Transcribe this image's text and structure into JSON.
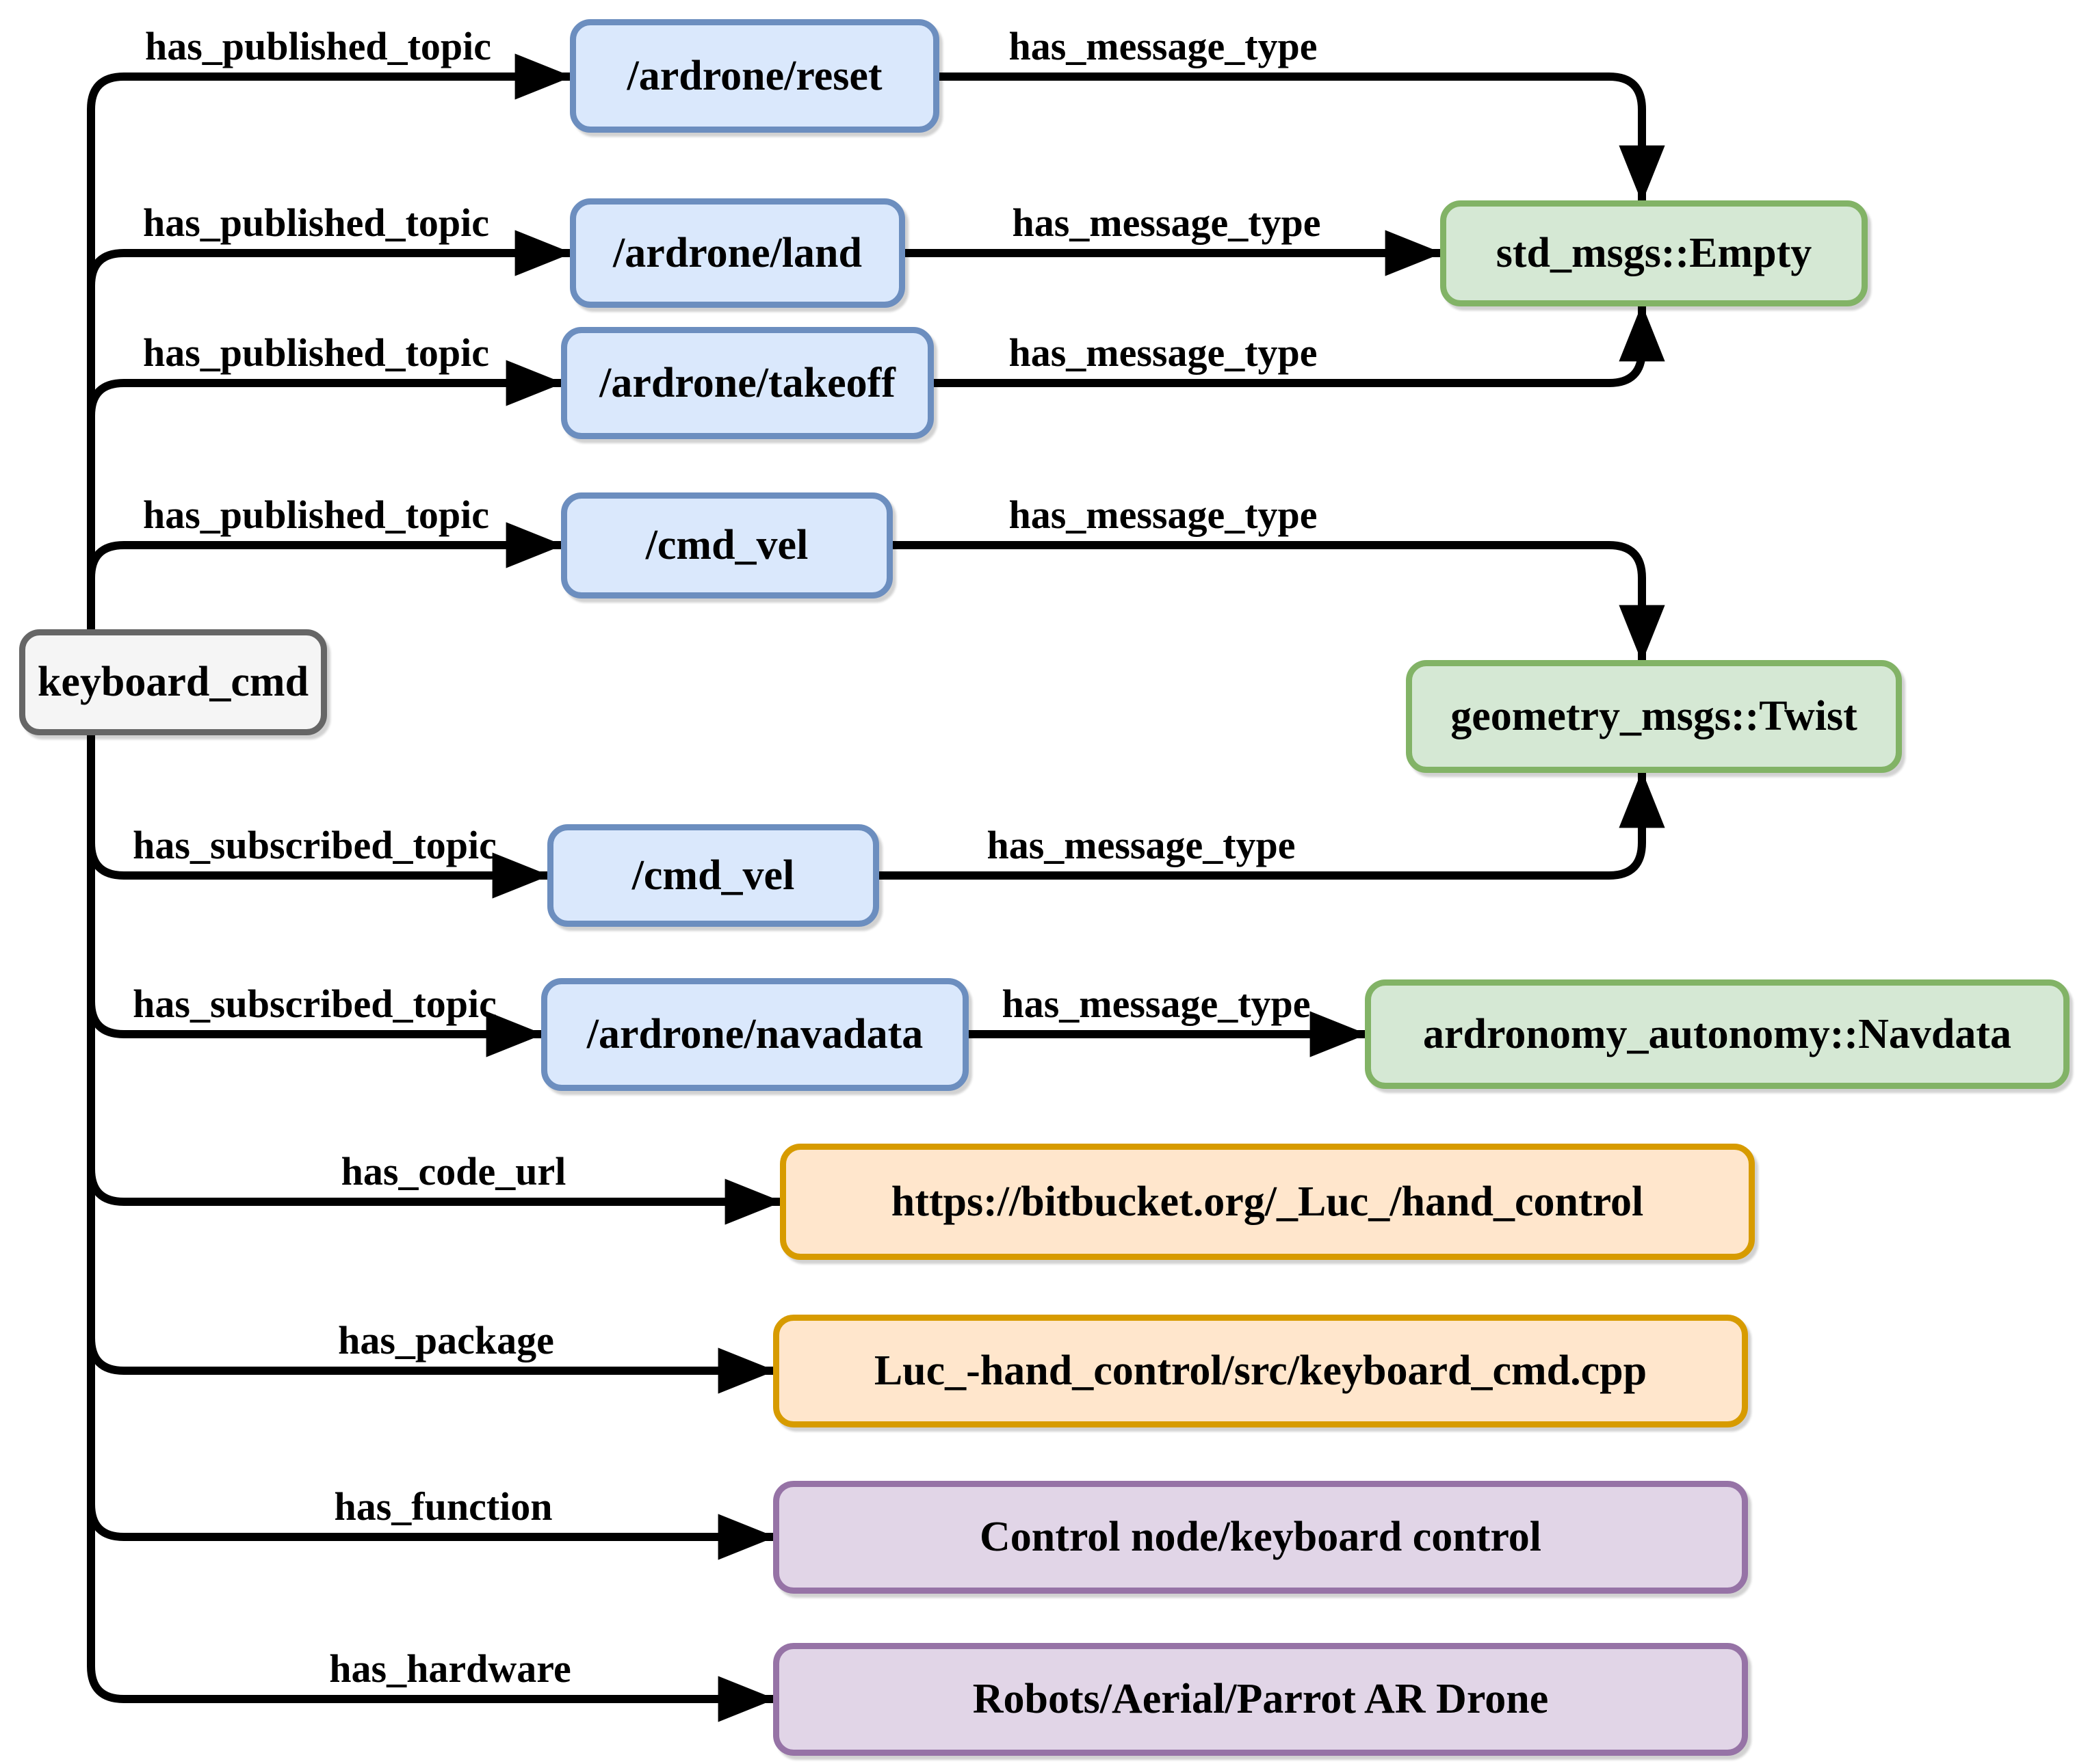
{
  "diagram": {
    "type": "knowledge-graph",
    "center_node": "keyboard_cmd",
    "colors": {
      "topic_fill": "#dae8fc",
      "topic_border": "#6c8ebf",
      "message_fill": "#d5e8d4",
      "message_border": "#82b366",
      "resource_fill": "#ffe6cc",
      "resource_border": "#d79b00",
      "meta_fill": "#e1d5e7",
      "meta_border": "#9673a6",
      "center_fill": "#f5f5f5",
      "center_border": "#666666",
      "edge": "#000000"
    },
    "nodes": {
      "keyboard_cmd": {
        "label": "keyboard_cmd",
        "kind": "node"
      },
      "ardrone_reset": {
        "label": "/ardrone/reset",
        "kind": "topic"
      },
      "ardrone_land": {
        "label": "/ardrone/land",
        "kind": "topic"
      },
      "ardrone_takeoff": {
        "label": "/ardrone/takeoff",
        "kind": "topic"
      },
      "cmd_vel_published": {
        "label": "/cmd_vel",
        "kind": "topic"
      },
      "cmd_vel_subscribed": {
        "label": "/cmd_vel",
        "kind": "topic"
      },
      "ardrone_navadata": {
        "label": "/ardrone/navadata",
        "kind": "topic"
      },
      "std_msgs_empty": {
        "label": "std_msgs::Empty",
        "kind": "message_type"
      },
      "geometry_msgs_twist": {
        "label": "geometry_msgs::Twist",
        "kind": "message_type"
      },
      "ardronomy_autonomy_navdata": {
        "label": "ardronomy_autonomy::Navdata",
        "kind": "message_type"
      },
      "code_url": {
        "label": "https://bitbucket.org/_Luc_/hand_control",
        "kind": "resource"
      },
      "package": {
        "label": "Luc_-hand_control/src/keyboard_cmd.cpp",
        "kind": "resource"
      },
      "function": {
        "label": "Control node/keyboard control",
        "kind": "annotation"
      },
      "hardware": {
        "label": "Robots/Aerial/Parrot AR Drone",
        "kind": "annotation"
      }
    },
    "edges": {
      "pub_reset": {
        "label": "has_published_topic",
        "from": "keyboard_cmd",
        "to": "ardrone_reset"
      },
      "pub_land": {
        "label": "has_published_topic",
        "from": "keyboard_cmd",
        "to": "ardrone_land"
      },
      "pub_takeoff": {
        "label": "has_published_topic",
        "from": "keyboard_cmd",
        "to": "ardrone_takeoff"
      },
      "pub_cmd_vel": {
        "label": "has_published_topic",
        "from": "keyboard_cmd",
        "to": "cmd_vel_published"
      },
      "sub_cmd_vel": {
        "label": "has_subscribed_topic",
        "from": "keyboard_cmd",
        "to": "cmd_vel_subscribed"
      },
      "sub_navadata": {
        "label": "has_subscribed_topic",
        "from": "keyboard_cmd",
        "to": "ardrone_navadata"
      },
      "msg_reset": {
        "label": "has_message_type",
        "from": "ardrone_reset",
        "to": "std_msgs_empty"
      },
      "msg_land": {
        "label": "has_message_type",
        "from": "ardrone_land",
        "to": "std_msgs_empty"
      },
      "msg_takeoff": {
        "label": "has_message_type",
        "from": "ardrone_takeoff",
        "to": "std_msgs_empty"
      },
      "msg_cmd_vel_pub": {
        "label": "has_message_type",
        "from": "cmd_vel_published",
        "to": "geometry_msgs_twist"
      },
      "msg_cmd_vel_sub": {
        "label": "has_message_type",
        "from": "cmd_vel_subscribed",
        "to": "geometry_msgs_twist"
      },
      "msg_navadata": {
        "label": "has_message_type",
        "from": "ardrone_navadata",
        "to": "ardronomy_autonomy_navdata"
      },
      "code_url": {
        "label": "has_code_url",
        "from": "keyboard_cmd",
        "to": "code_url"
      },
      "package": {
        "label": "has_package",
        "from": "keyboard_cmd",
        "to": "package"
      },
      "function": {
        "label": "has_function",
        "from": "keyboard_cmd",
        "to": "function"
      },
      "hardware": {
        "label": "has_hardware",
        "from": "keyboard_cmd",
        "to": "hardware"
      }
    }
  }
}
